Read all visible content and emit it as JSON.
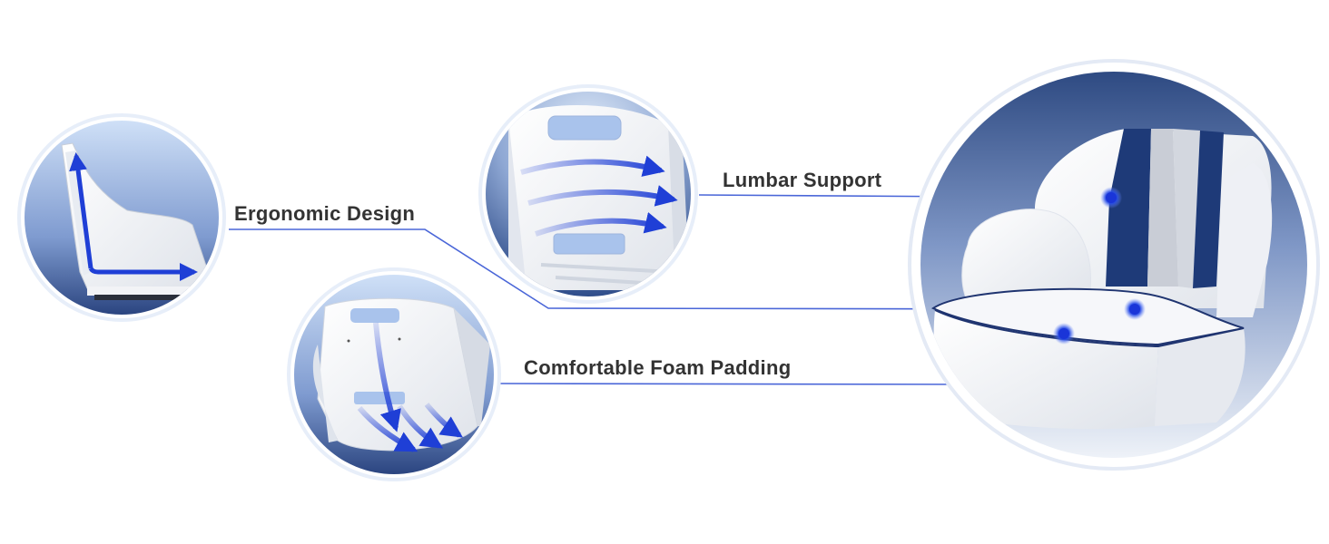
{
  "features": {
    "lumbar": {
      "label": "Lumbar Support"
    },
    "ergonomic": {
      "label": "Ergonomic Design"
    },
    "foam": {
      "label": "Comfortable Foam Padding"
    }
  },
  "colors": {
    "accent": "#1f3fd6",
    "leader_line": "#4a66d8",
    "navy_panel": "#1e3a78",
    "grey_panel": "#c9cdd6",
    "seat_white": "#f4f5f8",
    "circle_gradient_top": "#cfe0f6",
    "circle_gradient_bottom": "#2c4a86"
  },
  "icons": [
    "seat-side-profile",
    "seat-back-lumbar",
    "seat-foam-flow",
    "boat-bucket-seat"
  ]
}
